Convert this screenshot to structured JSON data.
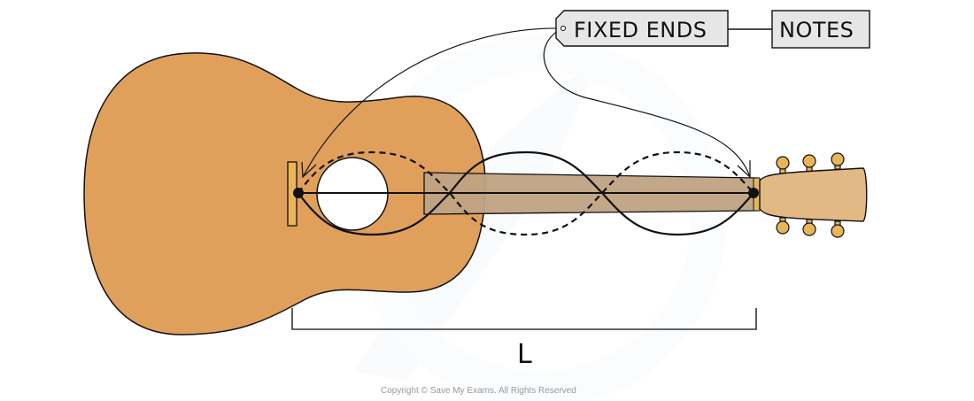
{
  "diagram": {
    "subject": "Stationary wave on a guitar string",
    "labels": {
      "fixed_ends": "FIXED ENDS",
      "notes": "NOTES",
      "length": "L"
    },
    "string": {
      "nodes_count": 4,
      "antinodes_count": 3,
      "harmonic": 3,
      "wave_styles": [
        "solid",
        "dashed"
      ]
    },
    "colors": {
      "body": "#E0A05C",
      "neck": "#BFA383",
      "headstock": "#E2B884",
      "bridge": "#E8B55A",
      "pegs": "#E8B55A",
      "tag_fill": "#E6E6E6",
      "outline": "#111111"
    },
    "copyright": "Copyright © Save My Exams. All Rights Reserved"
  }
}
